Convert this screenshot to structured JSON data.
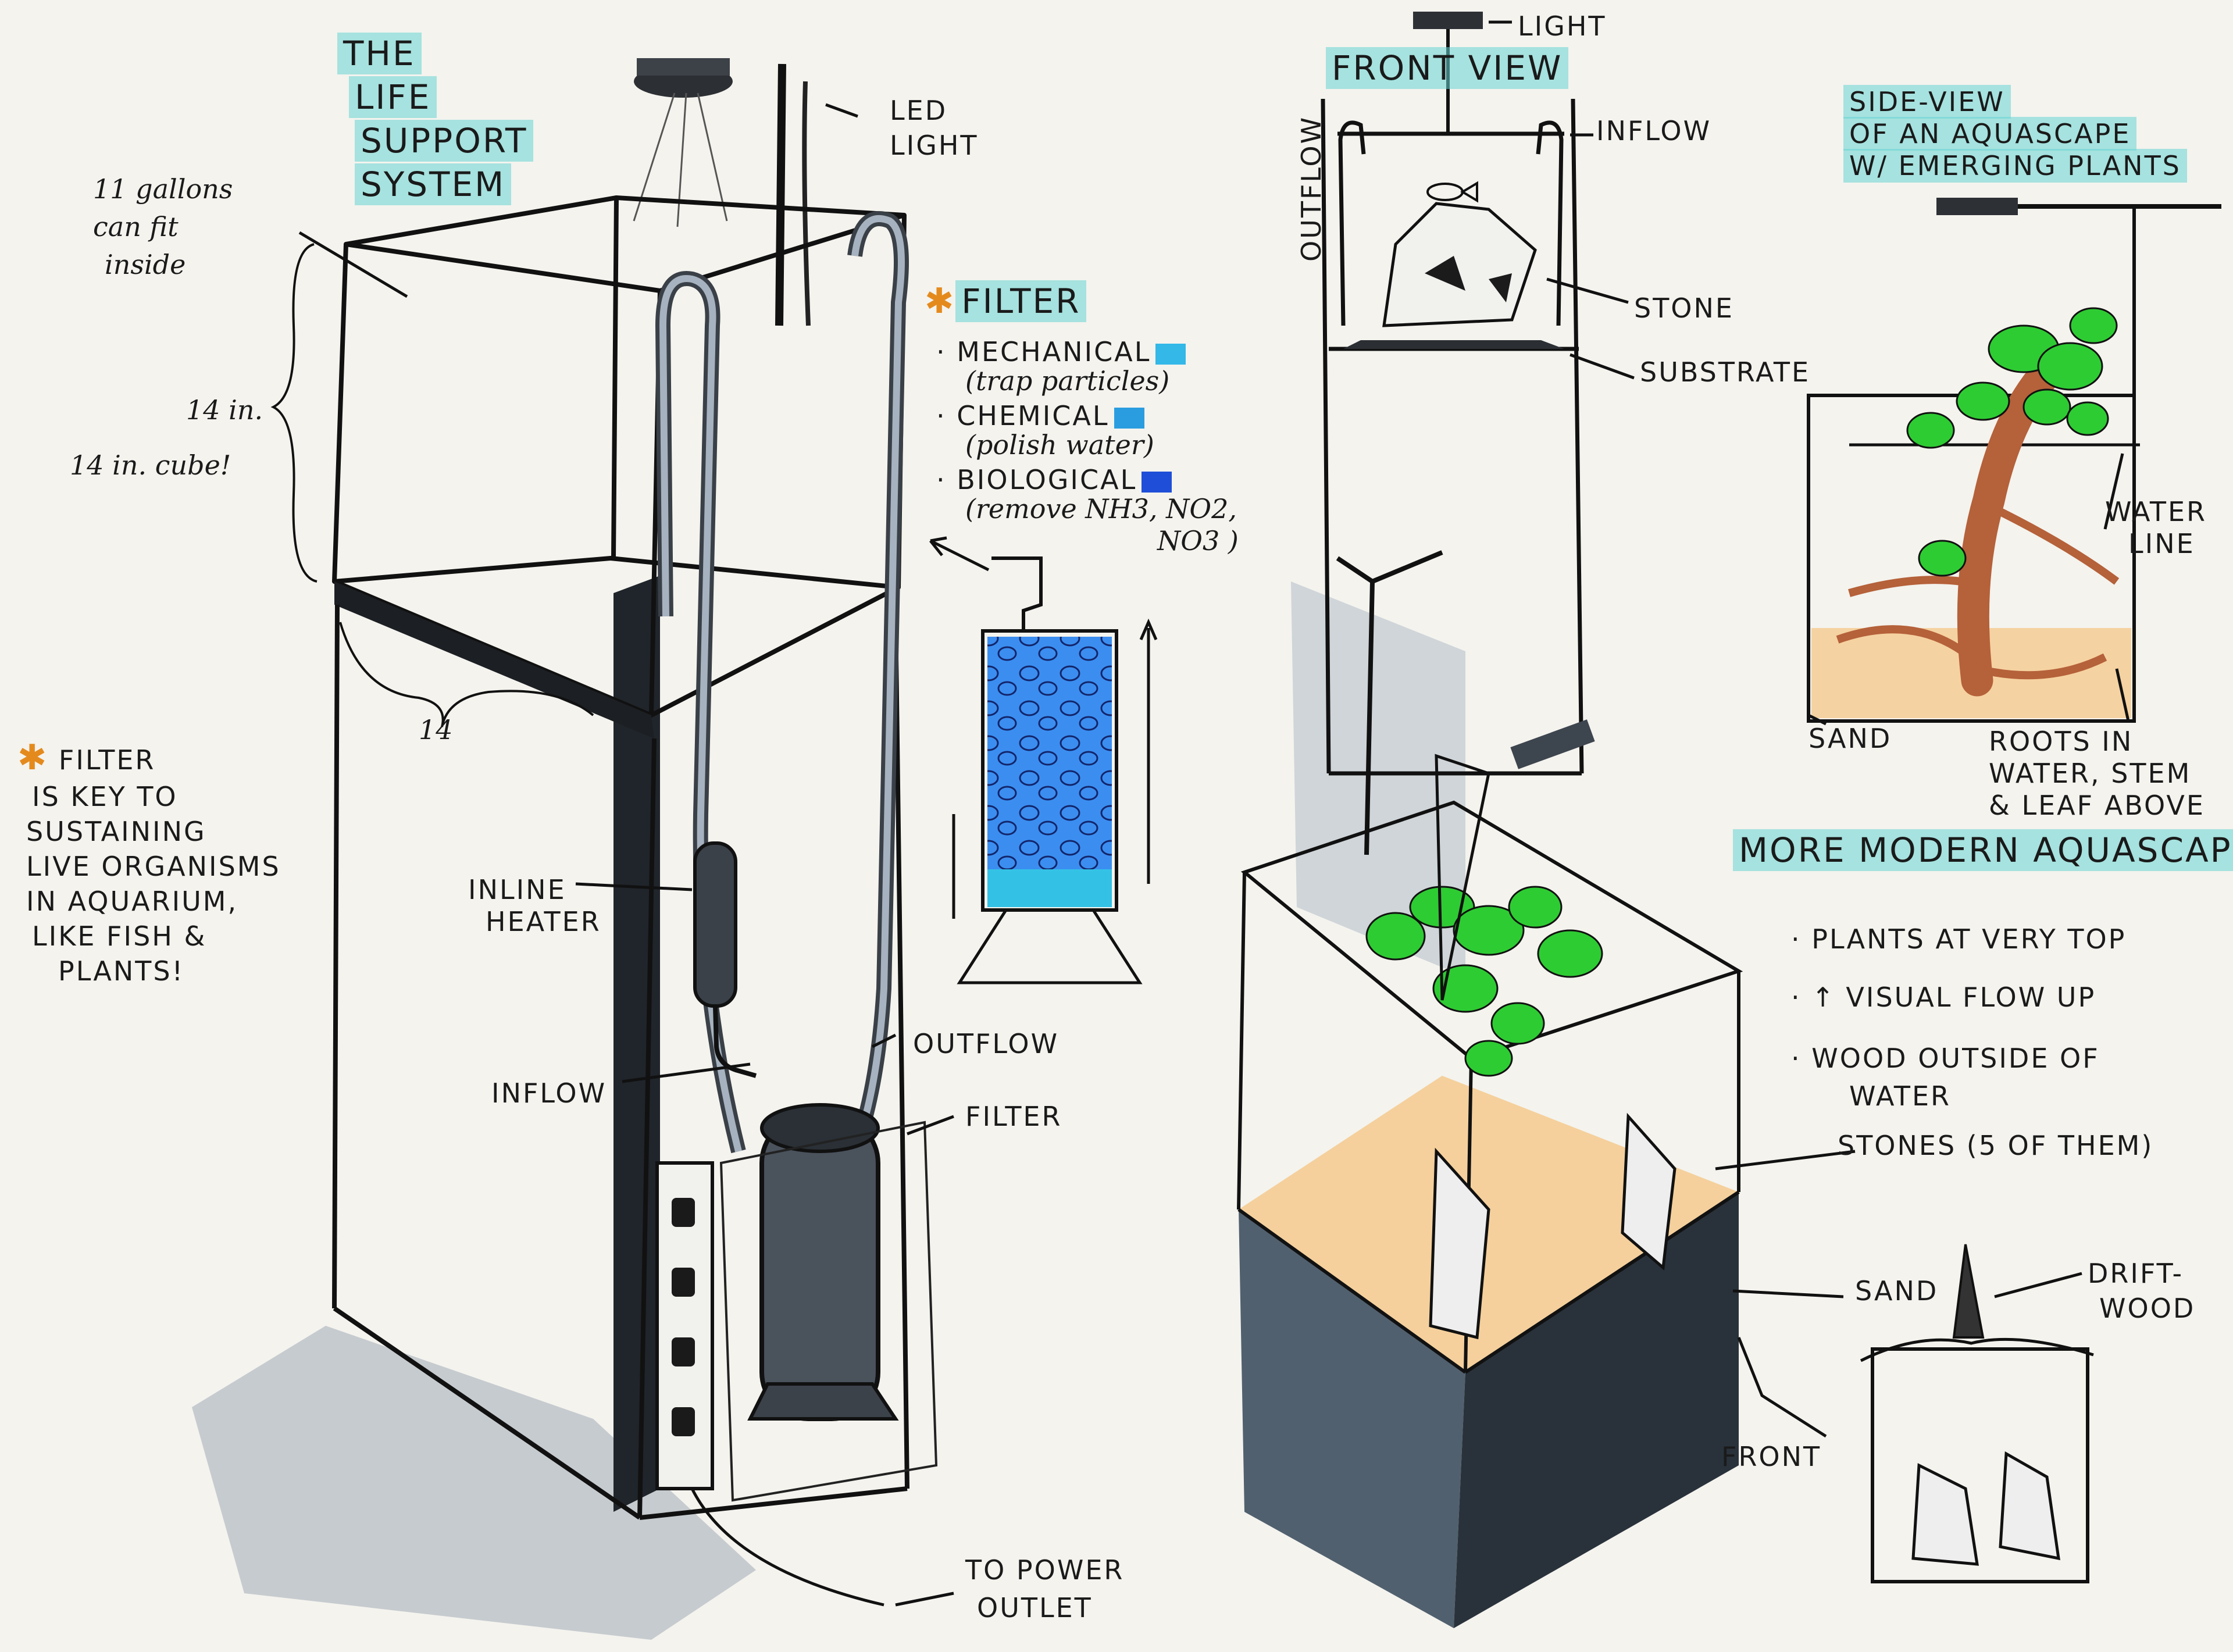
{
  "colors": {
    "paper": "#f4f3ee",
    "ink": "#1a1a1a",
    "teal_highlight": "#66d4d4",
    "shadow_gray": "#9aa3ad",
    "dark_gray": "#4c5560",
    "plant_green": "#2ecc33",
    "sand_orange": "#f5c98d",
    "wood_brown": "#b5613a",
    "asterisk_orange": "#e48a1d",
    "mechanical_swatch": "#33b8e8",
    "chemical_swatch": "#2a9de0",
    "biological_swatch": "#1f4fd8"
  },
  "icons": [
    "asterisk-icon",
    "arrow-icon",
    "up-arrow-icon",
    "fish-icon",
    "led-lamp-icon"
  ],
  "left": {
    "title": [
      "THE",
      "LIFE",
      "SUPPORT",
      "SYSTEM"
    ],
    "capacity": [
      "11 gallons",
      "can fit",
      "inside"
    ],
    "height": "14 in.",
    "cube": "14 in. cube!",
    "width": "14",
    "led": [
      "LED",
      "LIGHT"
    ],
    "heater": [
      "INLINE",
      "HEATER"
    ],
    "inflow": "INFLOW",
    "outflow": "OUTFLOW",
    "filter": "FILTER",
    "power": [
      "TO POWER",
      "OUTLET"
    ],
    "filter_note": [
      "FILTER",
      "IS KEY TO",
      "SUSTAINING",
      "LIVE ORGANISMS",
      "IN AQUARIUM,",
      "LIKE FISH &",
      "PLANTS!"
    ]
  },
  "filter_types": {
    "title": "FILTER",
    "items": [
      {
        "label": "MECHANICAL",
        "desc": "(trap particles)"
      },
      {
        "label": "CHEMICAL",
        "desc": "(polish water)"
      },
      {
        "label": "BIOLOGICAL",
        "desc": "(remove NH3, NO2,"
      }
    ],
    "desc_tail": "NO3 )"
  },
  "front_view": {
    "title": "FRONT VIEW",
    "light": "LIGHT",
    "inflow": "INFLOW",
    "outflow": "OUTFLOW",
    "stone": "STONE",
    "substrate": "SUBSTRATE"
  },
  "side_view": {
    "title": [
      "SIDE-VIEW",
      "OF AN AQUASCAPE",
      "W/ EMERGING PLANTS"
    ],
    "water_line": [
      "WATER",
      "LINE"
    ],
    "sand": "SAND",
    "roots": [
      "ROOTS IN",
      "WATER, STEM",
      "& LEAF ABOVE"
    ]
  },
  "modern": {
    "title": "MORE MODERN AQUASCAPE",
    "bullets": [
      "PLANTS AT VERY TOP",
      "VISUAL FLOW UP",
      "WOOD OUTSIDE OF",
      "WATER"
    ],
    "up_arrow": "↑",
    "stones": "STONES (5 OF THEM)",
    "sand": "SAND",
    "driftwood": [
      "DRIFT-",
      "WOOD"
    ],
    "front": "FRONT"
  }
}
